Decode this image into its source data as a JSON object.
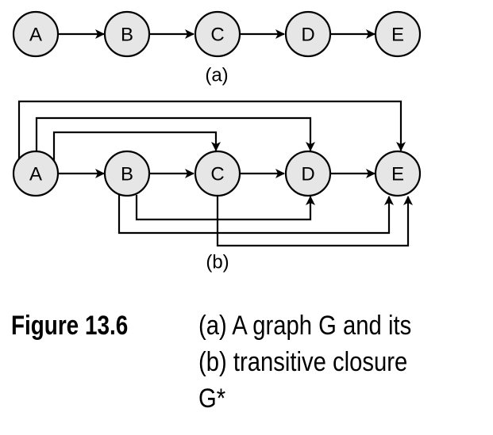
{
  "colors": {
    "node_fill": "#e6e6e6",
    "stroke": "#000000"
  },
  "graph_a": {
    "nodes": [
      "A",
      "B",
      "C",
      "D",
      "E"
    ],
    "edges": [
      [
        "A",
        "B"
      ],
      [
        "B",
        "C"
      ],
      [
        "C",
        "D"
      ],
      [
        "D",
        "E"
      ]
    ],
    "caption": "(a)"
  },
  "graph_b": {
    "nodes": [
      "A",
      "B",
      "C",
      "D",
      "E"
    ],
    "edges": [
      [
        "A",
        "B"
      ],
      [
        "B",
        "C"
      ],
      [
        "C",
        "D"
      ],
      [
        "D",
        "E"
      ],
      [
        "A",
        "C"
      ],
      [
        "A",
        "D"
      ],
      [
        "A",
        "E"
      ],
      [
        "B",
        "D"
      ],
      [
        "B",
        "E"
      ],
      [
        "C",
        "E"
      ]
    ],
    "caption": "(b)"
  },
  "figure": {
    "label": "Figure 13.6",
    "lines": [
      "(a) A graph G and its",
      "(b) transitive closure",
      "G*"
    ]
  }
}
